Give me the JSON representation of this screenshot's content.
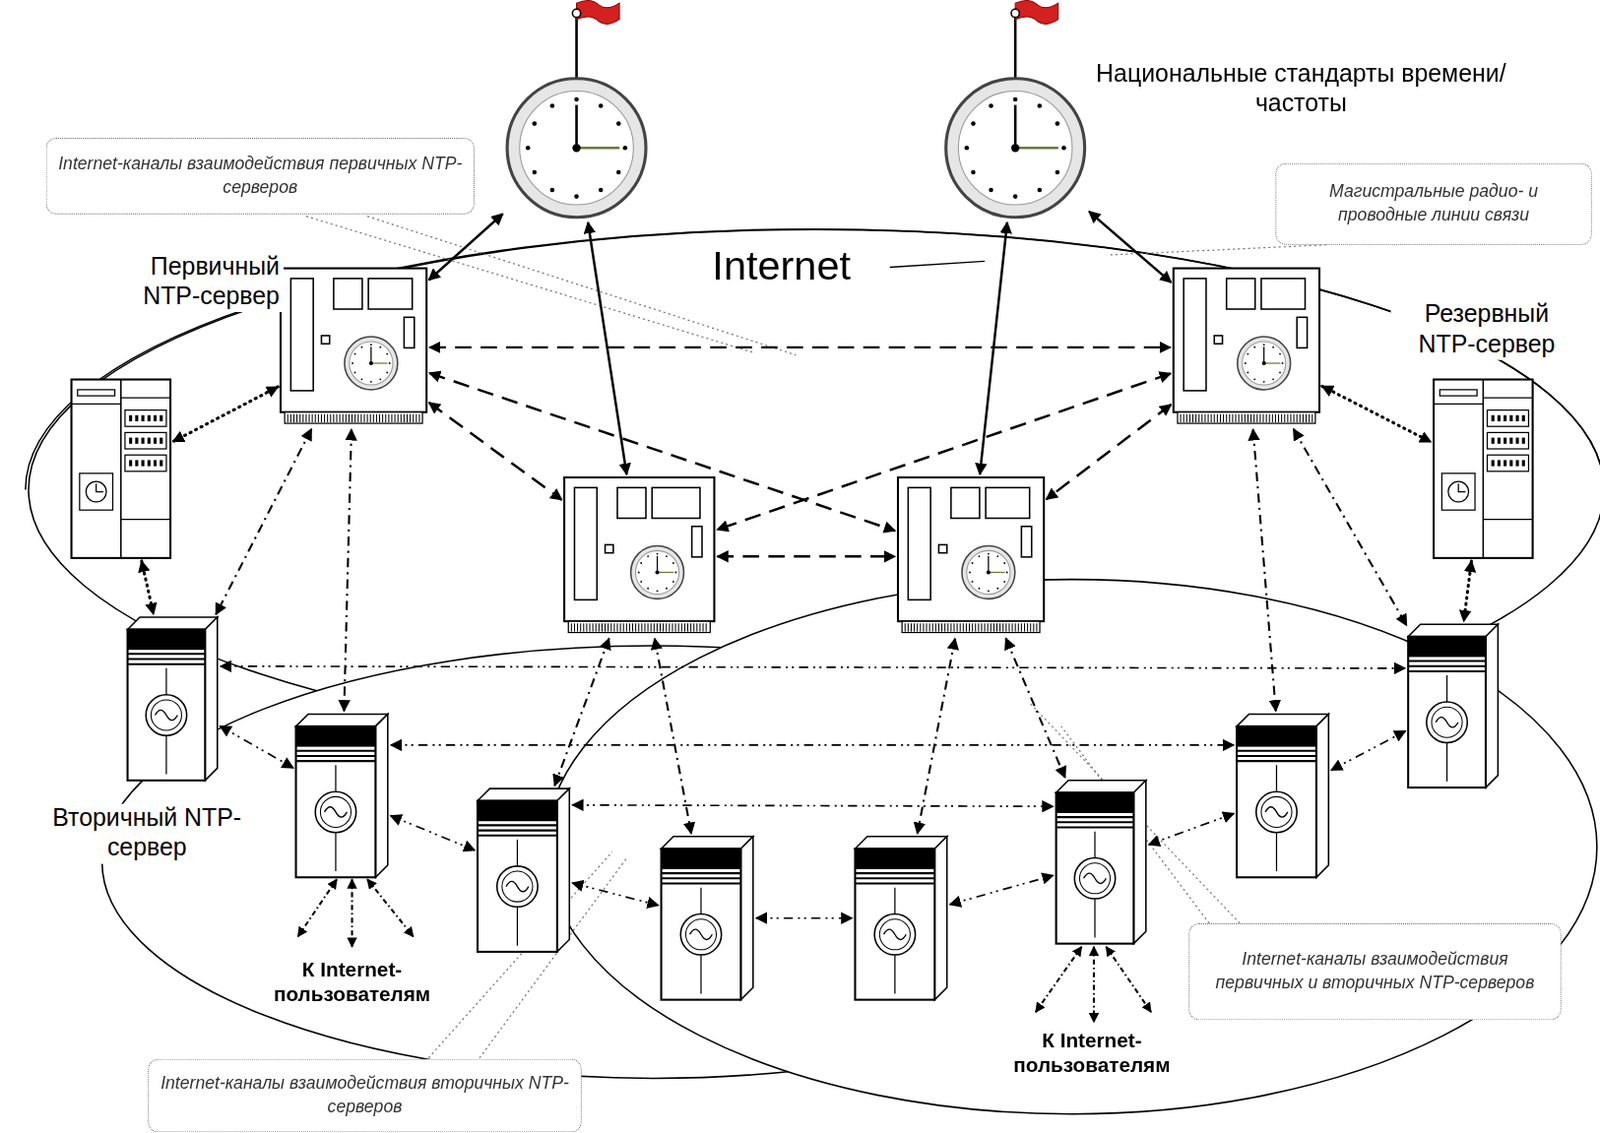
{
  "diagram": {
    "nodes": [
      {
        "text": [
          "Internet-каналы взаимодействия первичных NTP-серверов"
        ]
      },
      {
        "text": []
      },
      {
        "text": []
      },
      {
        "text": [
          "Магистральные радио- и проводные линии связи"
        ]
      },
      {
        "text": [
          "Первичный NTP-сервер"
        ]
      },
      {
        "text": []
      },
      {
        "text": [
          "Резервный NTP-сервер"
        ]
      },
      {
        "text": []
      },
      {
        "text": []
      },
      {
        "text": []
      },
      {
        "text": [
          "Вторичный NTP-сервер"
        ]
      },
      {
        "text": []
      },
      {
        "text": []
      },
      {
        "text": []
      },
      {
        "text": []
      },
      {
        "text": []
      },
      {
        "text": []
      },
      {
        "text": []
      },
      {
        "text": [
          "Internet-каналы взаимодействия первичных и вторичных NTP-серверов"
        ]
      },
      {
        "text": [
          "Internet-каналы взаимодействия вторичных NTP-серверов"
        ]
      }
    ],
    "edges": [
      {
        "from": 1,
        "to": 4,
        "arrow": "both"
      },
      {
        "from": 1,
        "to": 8,
        "arrow": "both"
      },
      {
        "from": 2,
        "to": 5,
        "arrow": "both"
      },
      {
        "from": 2,
        "to": 9,
        "arrow": "both"
      },
      {
        "from": 4,
        "to": 5,
        "arrow": "both"
      },
      {
        "from": 4,
        "to": 9,
        "arrow": "both"
      },
      {
        "from": 5,
        "to": 8,
        "arrow": "both"
      },
      {
        "from": 4,
        "to": 8,
        "arrow": "both"
      },
      {
        "from": 5,
        "to": 9,
        "arrow": "both"
      },
      {
        "from": 8,
        "to": 9,
        "arrow": "both"
      },
      {
        "from": 4,
        "to": 7,
        "arrow": "both"
      },
      {
        "from": 7,
        "to": 10,
        "arrow": "both"
      },
      {
        "from": 5,
        "to": 6,
        "arrow": "both"
      },
      {
        "from": 6,
        "to": 11,
        "arrow": "both"
      },
      {
        "from": 4,
        "to": 10,
        "arrow": "both"
      },
      {
        "from": 4,
        "to": 12,
        "arrow": "both"
      },
      {
        "from": 8,
        "to": 14,
        "arrow": "both"
      },
      {
        "from": 8,
        "to": 15,
        "arrow": "both"
      },
      {
        "from": 9,
        "to": 16,
        "arrow": "both"
      },
      {
        "from": 9,
        "to": 17,
        "arrow": "both"
      },
      {
        "from": 5,
        "to": 13,
        "arrow": "both"
      },
      {
        "from": 5,
        "to": 11,
        "arrow": "both"
      },
      {
        "from": 10,
        "to": 11,
        "arrow": "both"
      },
      {
        "from": 12,
        "to": 13,
        "arrow": "both"
      },
      {
        "from": 14,
        "to": 17,
        "arrow": "both"
      },
      {
        "from": 10,
        "to": 12,
        "arrow": "both"
      },
      {
        "from": 12,
        "to": 14,
        "arrow": "both"
      },
      {
        "from": 14,
        "to": 15,
        "arrow": "both"
      },
      {
        "from": 15,
        "to": 16,
        "arrow": "both"
      },
      {
        "from": 16,
        "to": 17,
        "arrow": "both"
      },
      {
        "from": 17,
        "to": 13,
        "arrow": "both"
      },
      {
        "from": 13,
        "to": 11,
        "arrow": "both"
      }
    ],
    "labels": [
      "Национальные стандарты времени/частоты",
      "Internet",
      "К Internet-пользователям",
      "К Internet-пользователям"
    ]
  }
}
